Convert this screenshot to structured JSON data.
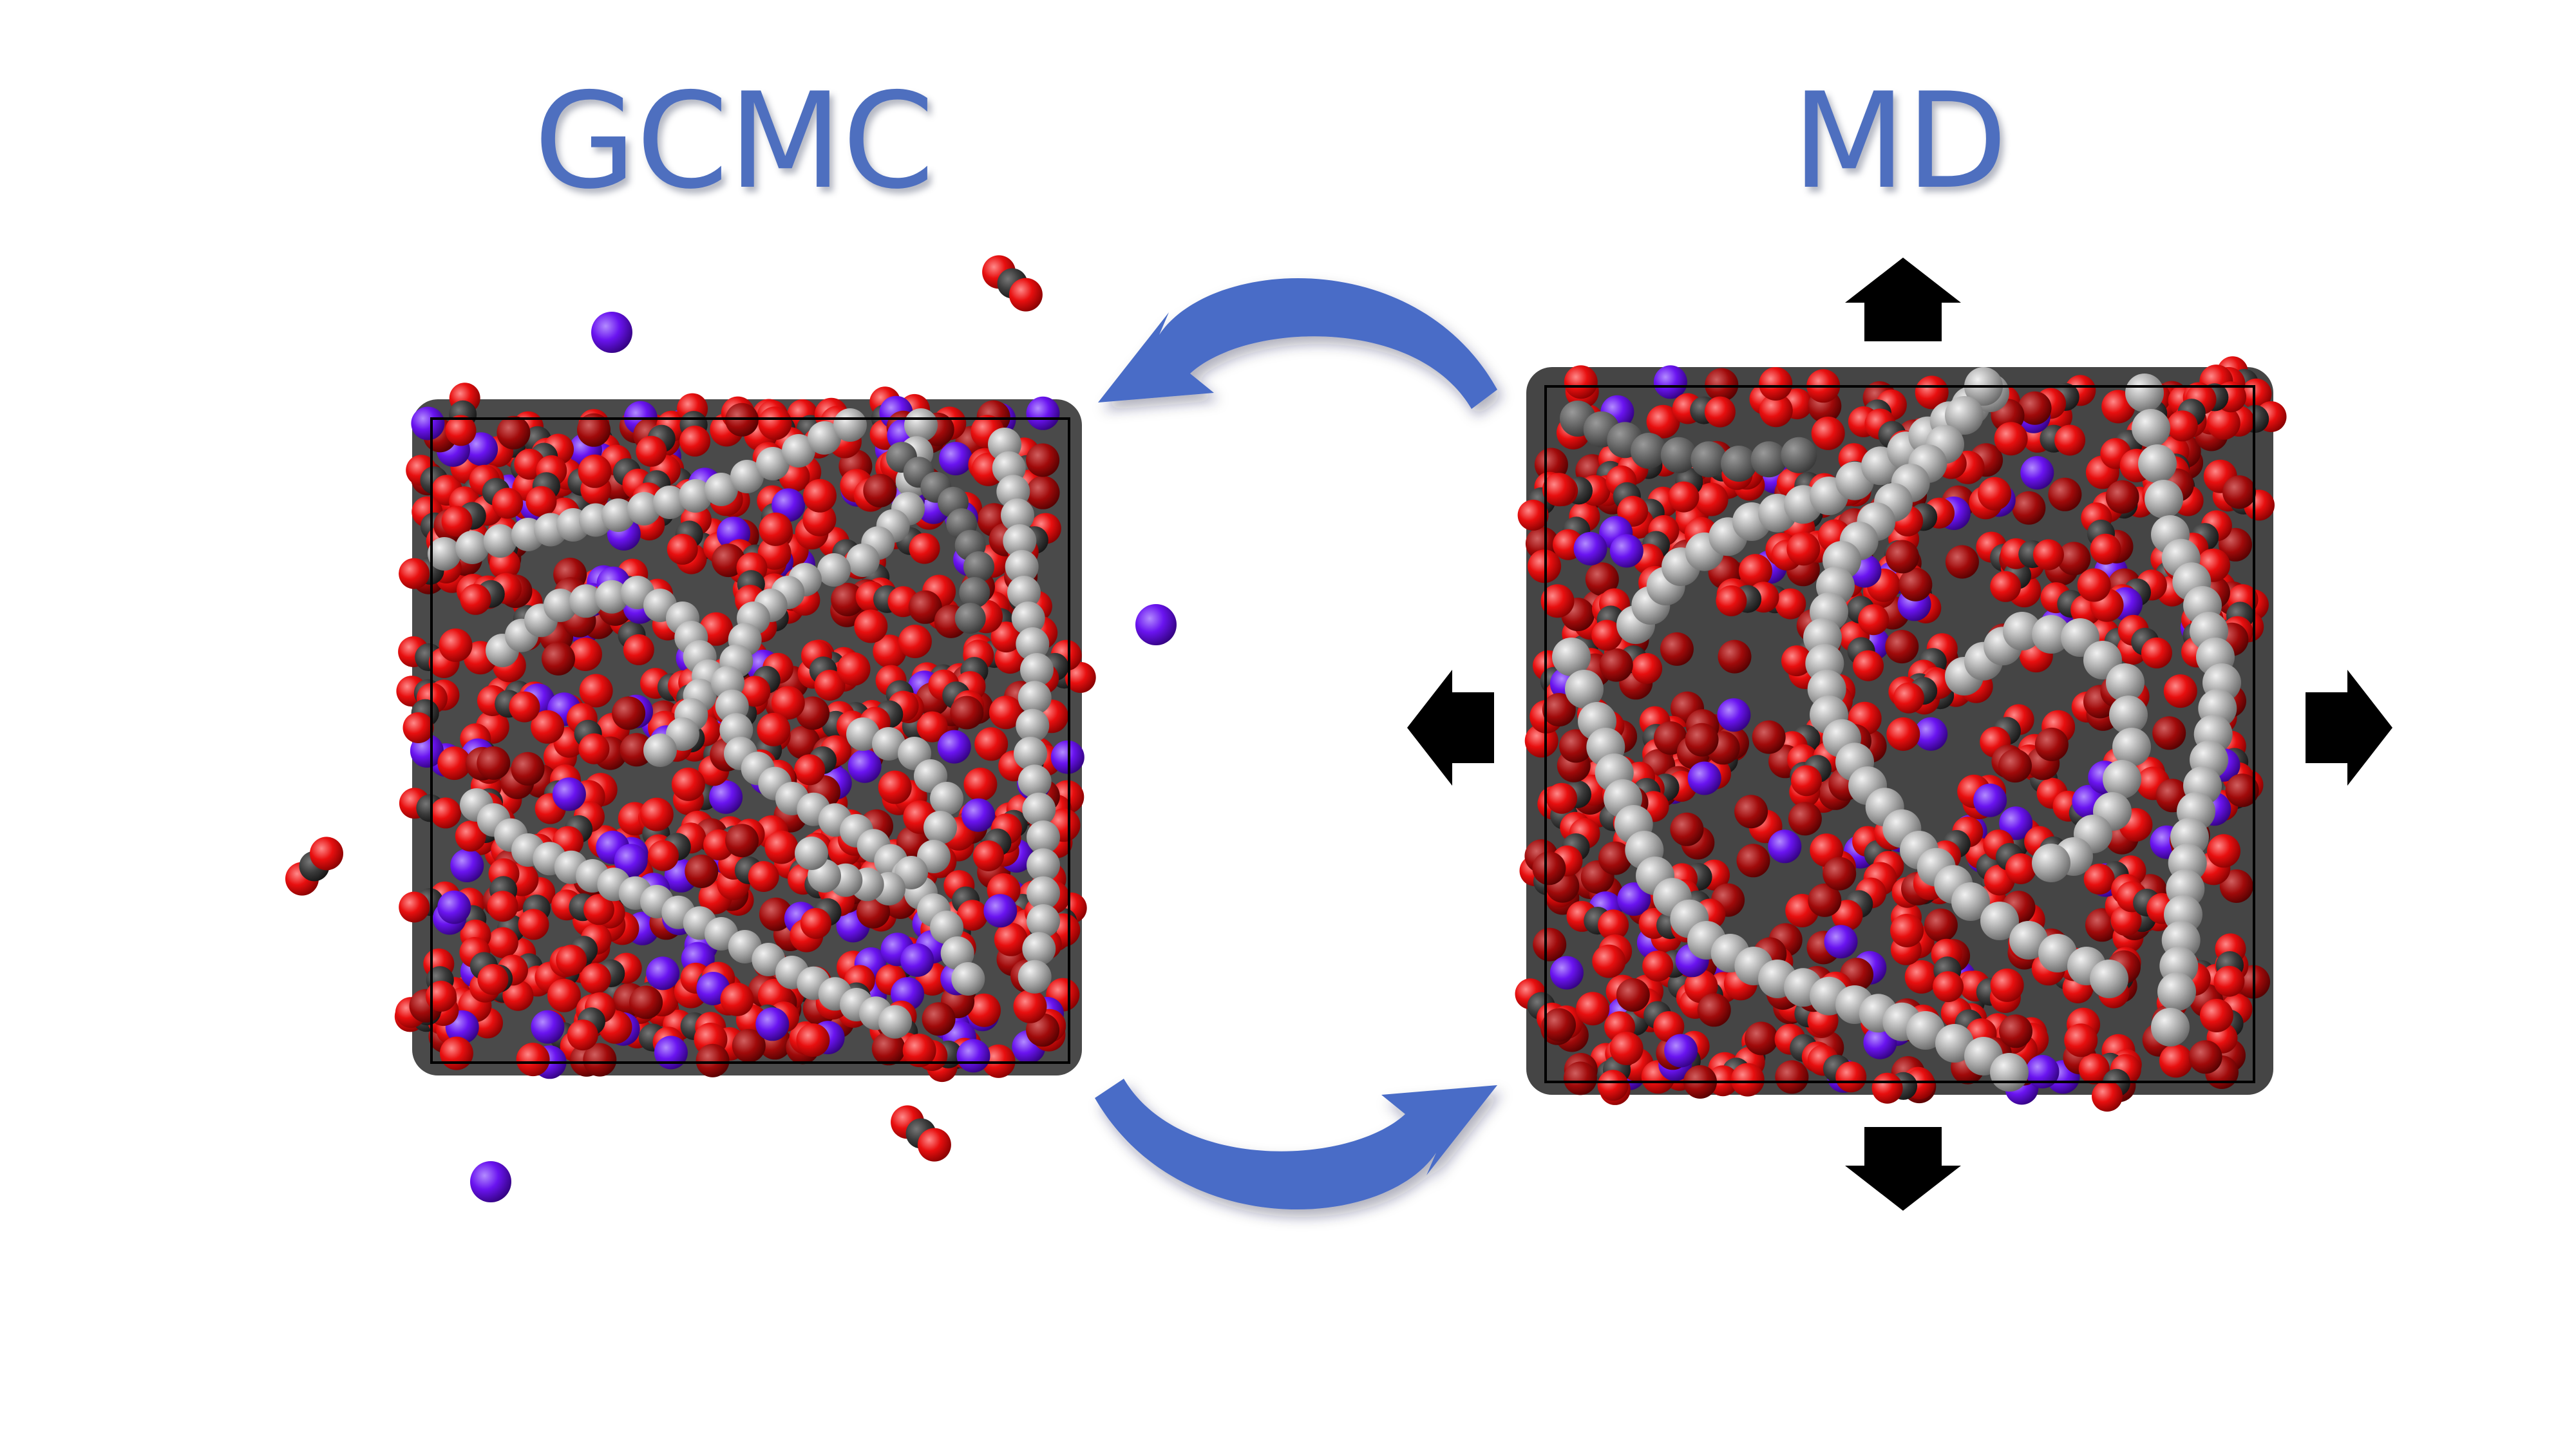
{
  "labels": {
    "gcmc": "GCMC",
    "md": "MD"
  },
  "colors": {
    "title": "#4e6fbf",
    "cycle_arrow": "#4a6cc7",
    "oxygen": "#e00d0d",
    "carbon": "#333333",
    "cation": "#6a14f0",
    "membrane": "#a9a9a9",
    "box_edge": "#000000"
  },
  "icons": {
    "cycle_top": "curved-arrow-left",
    "cycle_bottom": "curved-arrow-right",
    "md_expansion": [
      "arrow-up",
      "arrow-down",
      "arrow-left",
      "arrow-right"
    ]
  }
}
